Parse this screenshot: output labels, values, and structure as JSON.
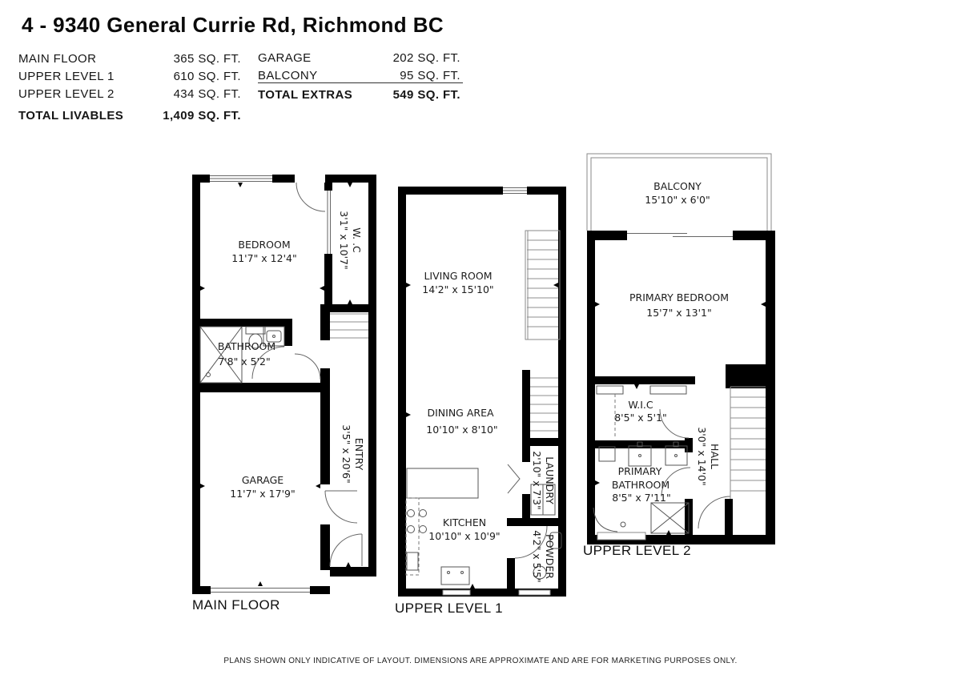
{
  "header": {
    "title": "4 - 9340 General Currie Rd, Richmond BC",
    "summary_left": {
      "rows": [
        {
          "label": "MAIN FLOOR",
          "value": "365 SQ. FT."
        },
        {
          "label": "UPPER LEVEL 1",
          "value": "610 SQ. FT."
        },
        {
          "label": "UPPER LEVEL 2",
          "value": "434 SQ. FT."
        }
      ],
      "total": {
        "label": "TOTAL LIVABLES",
        "value": "1,409 SQ. FT."
      }
    },
    "summary_right": {
      "rows": [
        {
          "label": "GARAGE",
          "value": "202 SQ. FT."
        },
        {
          "label": "BALCONY",
          "value": "95 SQ. FT."
        }
      ],
      "total": {
        "label": "TOTAL EXTRAS",
        "value": "549 SQ. FT."
      }
    }
  },
  "plans": {
    "main_floor": {
      "caption": "MAIN FLOOR",
      "rooms": {
        "bedroom": {
          "name": "BEDROOM",
          "dims": "11'7\" x 12'4\""
        },
        "wc": {
          "name": "W. .C",
          "dims": "3'1\" x 10'7\""
        },
        "bathroom": {
          "name": "BATHROOM",
          "dims": "7'8\" x 5'2\""
        },
        "garage": {
          "name": "GARAGE",
          "dims": "11'7\" x 17'9\""
        },
        "entry": {
          "name": "ENTRY",
          "dims": "3'5\" x 20'6\""
        }
      }
    },
    "upper_level_1": {
      "caption": "UPPER LEVEL 1",
      "rooms": {
        "living_room": {
          "name": "LIVING ROOM",
          "dims": "14'2\" x 15'10\""
        },
        "dining_area": {
          "name": "DINING AREA",
          "dims": "10'10\" x 8'10\""
        },
        "kitchen": {
          "name": "KITCHEN",
          "dims": "10'10\" x 10'9\""
        },
        "laundry": {
          "name": "LAUNDRY",
          "dims": "2'10\" x 7'3\""
        },
        "powder": {
          "name": "POWDER",
          "dims": "4'2\" x 5'5\""
        }
      }
    },
    "upper_level_2": {
      "caption": "UPPER LEVEL 2",
      "rooms": {
        "balcony": {
          "name": "BALCONY",
          "dims": "15'10\" x 6'0\""
        },
        "primary_bedroom": {
          "name": "PRIMARY BEDROOM",
          "dims": "15'7\" x 13'1\""
        },
        "wic": {
          "name": "W.I.C",
          "dims": "8'5\" x 5'1\""
        },
        "primary_bathroom": {
          "name_line1": "PRIMARY",
          "name_line2": "BATHROOM",
          "dims": "8'5\" x 7'11\""
        },
        "hall": {
          "name": "HALL",
          "dims": "3'0\" x 14'0\""
        }
      }
    }
  },
  "footer": {
    "disclaimer": "PLANS SHOWN ONLY INDICATIVE OF LAYOUT. DIMENSIONS ARE APPROXIMATE AND ARE FOR MARKETING PURPOSES ONLY."
  },
  "colors": {
    "walls": "#000000",
    "background": "#ffffff",
    "thin_lines": "#666666",
    "text": "#1a1a1a"
  }
}
